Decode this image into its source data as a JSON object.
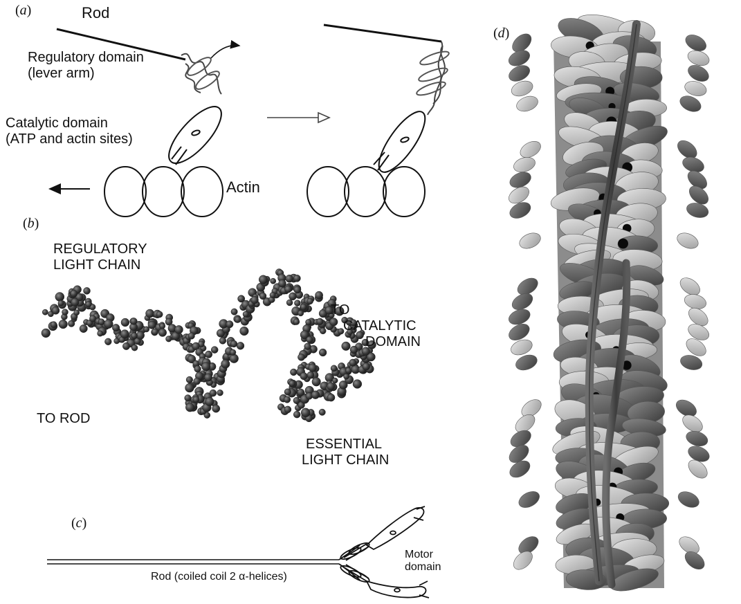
{
  "panels": {
    "a": "a",
    "b": "b",
    "c": "c",
    "d": "d"
  },
  "panel_a": {
    "rod": "Rod",
    "regulatory_line1": "Regulatory domain",
    "regulatory_line2": "(lever arm)",
    "catalytic_line1": "Catalytic domain",
    "catalytic_line2": "(ATP and actin sites)",
    "actin": "Actin"
  },
  "panel_b": {
    "regulatory_line1": "REGULATORY",
    "regulatory_line2": "LIGHT CHAIN",
    "catalytic_line1": "TO",
    "catalytic_line2": "CATALYTIC",
    "catalytic_line3": "DOMAIN",
    "to_rod": "TO ROD",
    "essential_line1": "ESSENTIAL",
    "essential_line2": "LIGHT CHAIN"
  },
  "panel_c": {
    "rod_label": "Rod (coiled coil 2 α-helices)",
    "motor_line1": "Motor",
    "motor_line2": "domain"
  },
  "colors": {
    "ink": "#111111",
    "atom_dark": "#3c3c3c",
    "protein_light": "#c8c8c8",
    "protein_dark": "#5a5a5a"
  }
}
